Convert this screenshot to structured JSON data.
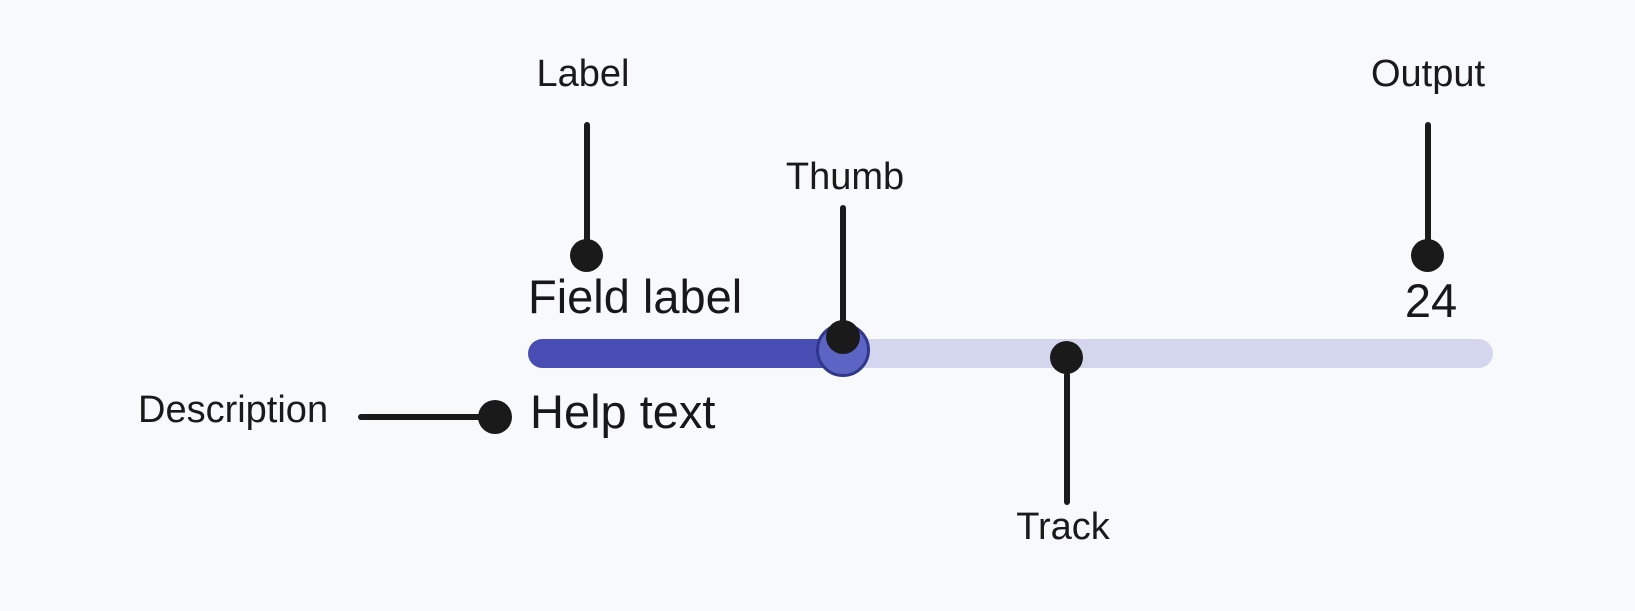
{
  "slider": {
    "field_label": "Field label",
    "help_text": "Help text",
    "output_value": "24"
  },
  "annotations": {
    "label": "Label",
    "thumb": "Thumb",
    "track": "Track",
    "output": "Output",
    "description": "Description"
  },
  "colors": {
    "background": "#f8f9fb",
    "track_fill": "#474db3",
    "track_empty": "#d3d6ed",
    "thumb_fill": "#5d65c4",
    "thumb_border": "#31388c",
    "annotation_ink": "#1a1a1a",
    "text_ink": "#17171c"
  }
}
